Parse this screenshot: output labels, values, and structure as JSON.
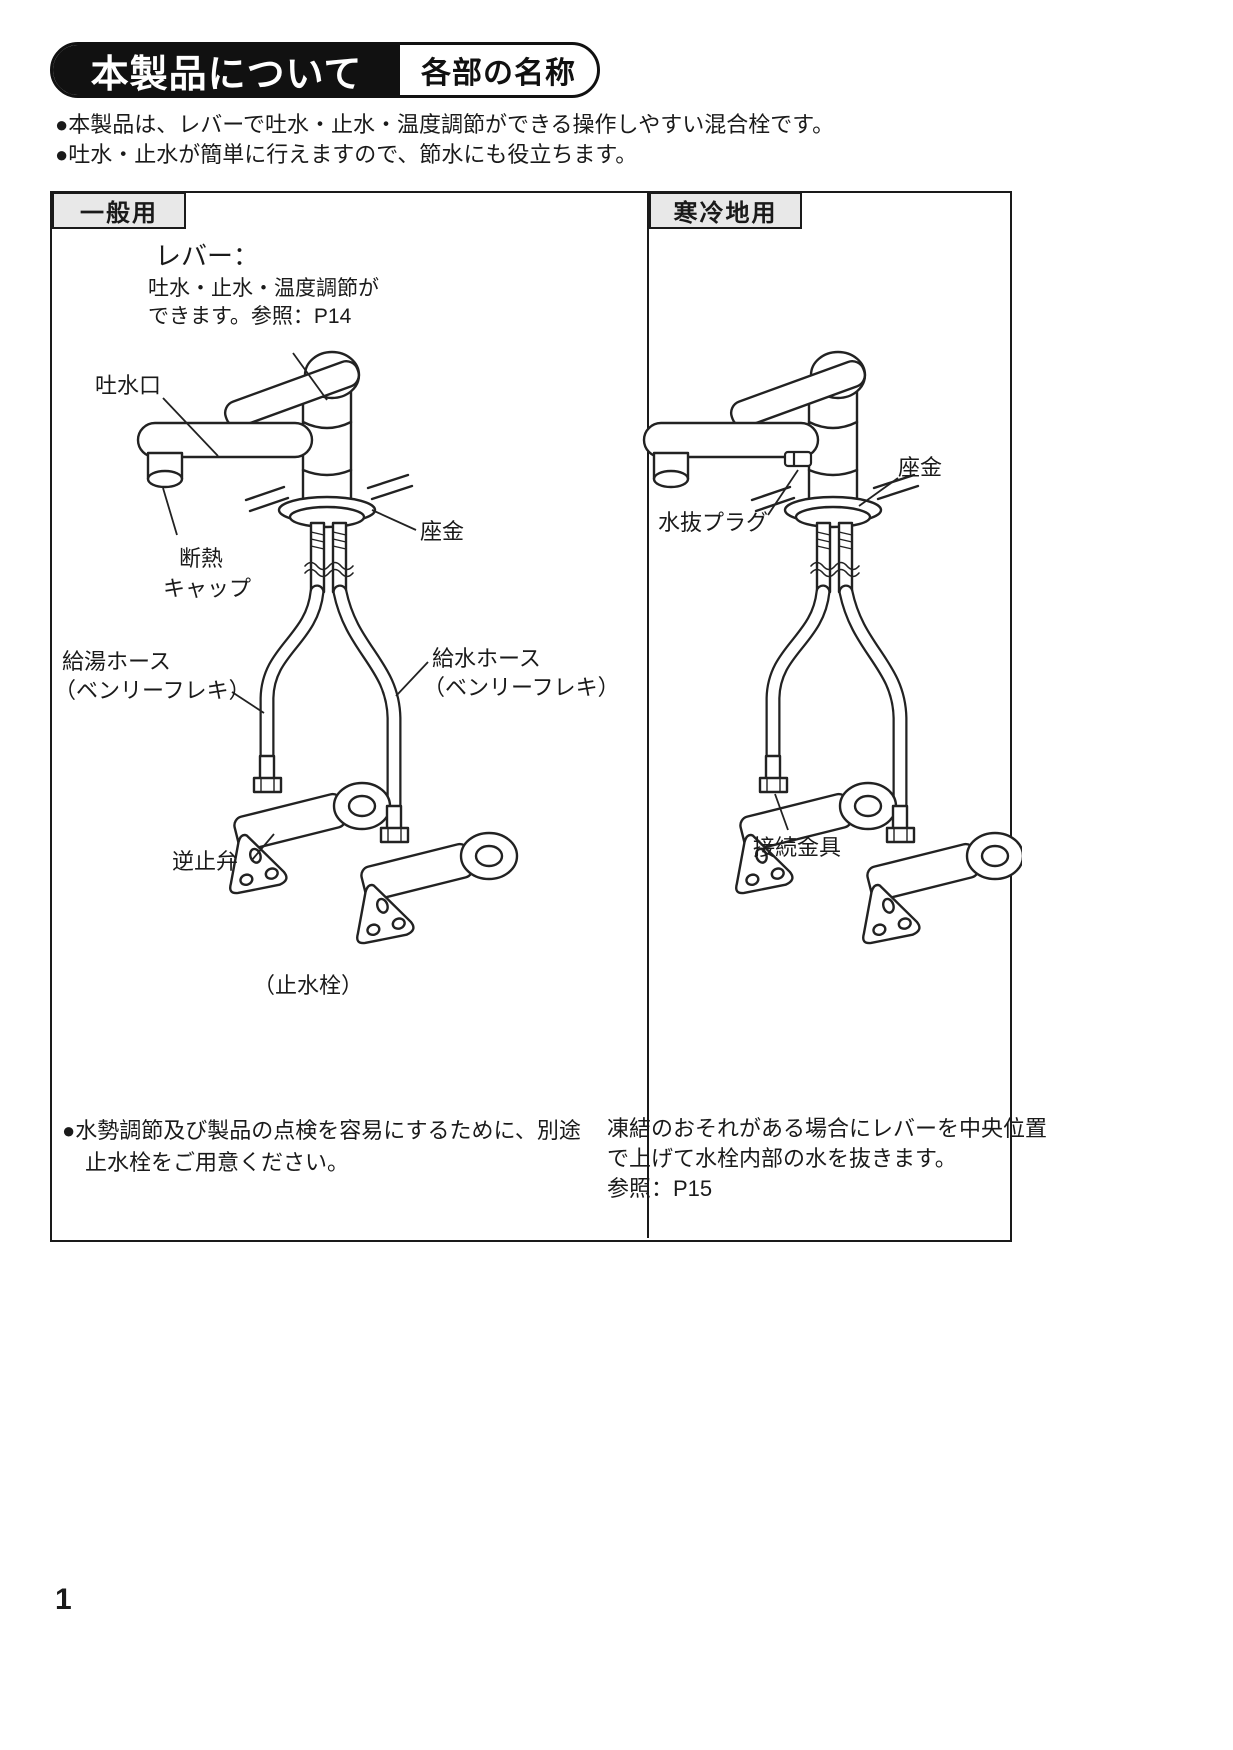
{
  "header": {
    "title": "本製品について",
    "subtitle": "各部の名称"
  },
  "intro": {
    "line1": "●本製品は、レバーで吐水・止水・温度調節ができる操作しやすい混合栓です。",
    "line2": "●吐水・止水が簡単に行えますので、節水にも役立ちます。"
  },
  "panels": {
    "general": {
      "tab": "一般用",
      "labels": {
        "lever_title": "レバー：",
        "lever_desc1": "吐水・止水・温度調節が",
        "lever_desc2": "できます。参照：P14",
        "spout": "吐水口",
        "insulation1": "断熱",
        "insulation2": "キャップ",
        "flange": "座金",
        "hot_hose1": "給湯ホース",
        "hot_hose2": "（ベンリーフレキ）",
        "water_hose1": "給水ホース",
        "water_hose2": "（ベンリーフレキ）",
        "check_valve": "逆止弁",
        "stop_valve": "（止水栓）"
      },
      "note1": "●水勢調節及び製品の点検を容易にするために、別途",
      "note2": "止水栓をご用意ください。"
    },
    "cold": {
      "tab": "寒冷地用",
      "labels": {
        "flange": "座金",
        "drain_plug": "水抜プラグ",
        "connector": "接続金具"
      },
      "note1": "凍結のおそれがある場合にレバーを中央位置",
      "note2": "で上げて水栓内部の水を抜きます。",
      "note3": "参照：P15"
    }
  },
  "page": {
    "number": "1"
  },
  "colors": {
    "ink": "#1a1a1a",
    "tab_bg": "#e8e8e8"
  }
}
